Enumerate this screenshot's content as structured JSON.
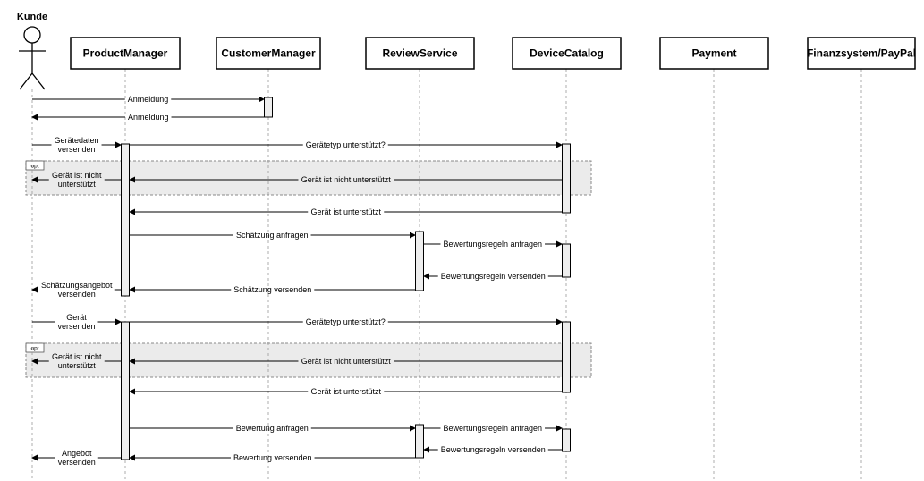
{
  "diagram": {
    "actor": {
      "label": "Kunde"
    },
    "participants": [
      {
        "id": "pm",
        "label": "ProductManager"
      },
      {
        "id": "cm",
        "label": "CustomerManager"
      },
      {
        "id": "rs",
        "label": "ReviewService"
      },
      {
        "id": "dc",
        "label": "DeviceCatalog"
      },
      {
        "id": "pay",
        "label": "Payment"
      },
      {
        "id": "fin",
        "label": "Finanzsystem/PayPal"
      }
    ],
    "messages": [
      {
        "from": "kunde",
        "to": "cm",
        "lines": [
          "Anmeldung"
        ]
      },
      {
        "from": "cm",
        "to": "kunde",
        "lines": [
          "Anmeldung"
        ]
      },
      {
        "from": "kunde",
        "to": "pm",
        "lines": [
          "Gerätedaten",
          "versenden"
        ]
      },
      {
        "from": "pm",
        "to": "dc",
        "lines": [
          "Gerätetyp unterstützt?"
        ]
      },
      {
        "from": "dc",
        "to": "pm",
        "lines": [
          "Gerät ist nicht unterstützt"
        ]
      },
      {
        "from": "pm",
        "to": "kunde",
        "lines": [
          "Gerät ist nicht",
          "unterstützt"
        ]
      },
      {
        "from": "dc",
        "to": "pm",
        "lines": [
          "Gerät ist unterstützt"
        ]
      },
      {
        "from": "pm",
        "to": "rs",
        "lines": [
          "Schätzung anfragen"
        ]
      },
      {
        "from": "rs",
        "to": "dc",
        "lines": [
          "Bewertungsregeln anfragen"
        ]
      },
      {
        "from": "dc",
        "to": "rs",
        "lines": [
          "Bewertungsregeln versenden"
        ]
      },
      {
        "from": "rs",
        "to": "pm",
        "lines": [
          "Schätzung versenden"
        ]
      },
      {
        "from": "pm",
        "to": "kunde",
        "lines": [
          "Schätzungsangebot",
          "versenden"
        ]
      },
      {
        "from": "kunde",
        "to": "pm",
        "lines": [
          "Gerät",
          "versenden"
        ]
      },
      {
        "from": "pm",
        "to": "dc",
        "lines": [
          "Gerätetyp unterstützt?"
        ]
      },
      {
        "from": "dc",
        "to": "pm",
        "lines": [
          "Gerät ist nicht unterstützt"
        ]
      },
      {
        "from": "pm",
        "to": "kunde",
        "lines": [
          "Gerät ist nicht",
          "unterstützt"
        ]
      },
      {
        "from": "dc",
        "to": "pm",
        "lines": [
          "Gerät ist unterstützt"
        ]
      },
      {
        "from": "pm",
        "to": "rs",
        "lines": [
          "Bewertung anfragen"
        ]
      },
      {
        "from": "rs",
        "to": "dc",
        "lines": [
          "Bewertungsregeln anfragen"
        ]
      },
      {
        "from": "dc",
        "to": "rs",
        "lines": [
          "Bewertungsregeln versenden"
        ]
      },
      {
        "from": "rs",
        "to": "pm",
        "lines": [
          "Bewertung versenden"
        ]
      },
      {
        "from": "pm",
        "to": "kunde",
        "lines": [
          "Angebot",
          "versenden"
        ]
      }
    ],
    "fragments": [
      {
        "tag": "opt"
      },
      {
        "tag": "opt"
      }
    ],
    "colors": {
      "line": "#000000",
      "lifeline": "#9a9a9a",
      "activation_fill": "#eeeeee",
      "fragment_fill": "#ebebeb",
      "fragment_border": "#8a8a8a"
    }
  }
}
